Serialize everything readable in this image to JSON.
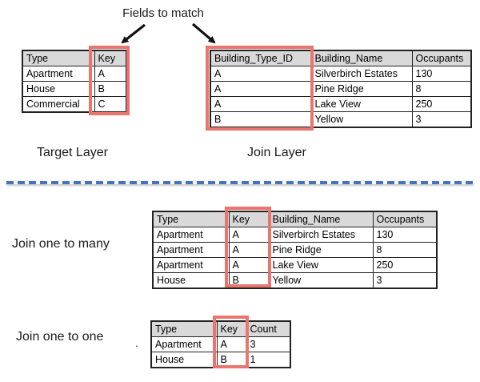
{
  "labels": {
    "fields_to_match": "Fields to match",
    "target_layer": "Target Layer",
    "join_layer": "Join Layer",
    "join_one_to_many": "Join one to many",
    "join_one_to_one": "Join one to one",
    "stray_dot": "."
  },
  "colors": {
    "highlight_red": "#E8766E",
    "header_gray": "#D9D9D9",
    "divider_blue": "#4472C4",
    "border_black": "#222222"
  },
  "tables": {
    "target": {
      "title": "Target Layer",
      "headers": [
        "Type",
        "Key"
      ],
      "rows": [
        [
          "Apartment",
          "A"
        ],
        [
          "House",
          "B"
        ],
        [
          "Commercial",
          "C"
        ]
      ],
      "highlighted_column": "Key"
    },
    "join": {
      "title": "Join Layer",
      "headers": [
        "Building_Type_ID",
        "Building_Name",
        "Occupants"
      ],
      "rows": [
        [
          "A",
          "Silverbirch Estates",
          "130"
        ],
        [
          "A",
          "Pine Ridge",
          "8"
        ],
        [
          "A",
          "Lake View",
          "250"
        ],
        [
          "B",
          "Yellow",
          "3"
        ]
      ],
      "highlighted_column": "Building_Type_ID"
    },
    "one_to_many": {
      "title": "Join one to many",
      "headers": [
        "Type",
        "Key",
        "Building_Name",
        "Occupants"
      ],
      "rows": [
        [
          "Apartment",
          "A",
          "Silverbirch Estates",
          "130"
        ],
        [
          "Apartment",
          "A",
          "Pine Ridge",
          "8"
        ],
        [
          "Apartment",
          "A",
          "Lake View",
          "250"
        ],
        [
          "House",
          "B",
          "Yellow",
          "3"
        ]
      ],
      "highlighted_column": "Key"
    },
    "one_to_one": {
      "title": "Join one to one",
      "headers": [
        "Type",
        "Key",
        "Count"
      ],
      "rows": [
        [
          "Apartment",
          "A",
          "3"
        ],
        [
          "House",
          "B",
          "1"
        ]
      ],
      "highlighted_column": "Key"
    }
  }
}
